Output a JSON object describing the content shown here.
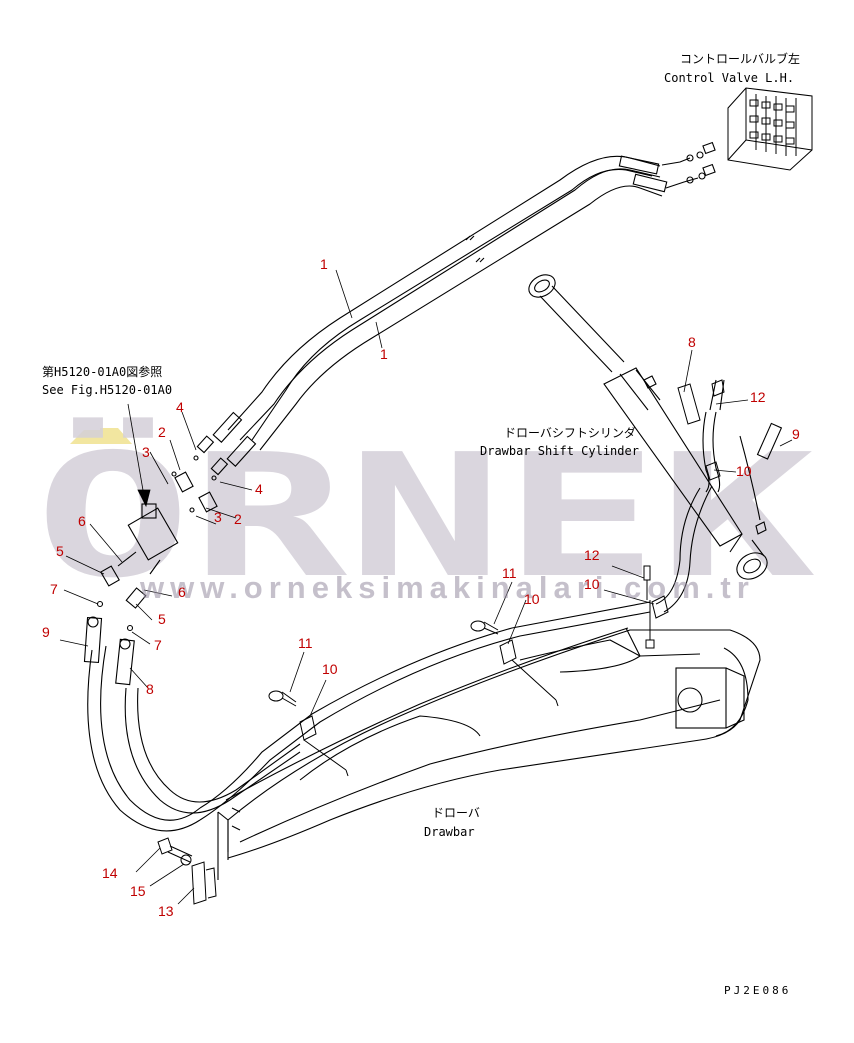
{
  "watermark": {
    "brand": "ÖRNEK",
    "url": "www.orneksimakinalari.com.tr",
    "brand_color": "#cfcad3",
    "accent_color": "#f2e6a0"
  },
  "labels": {
    "control_valve_jp": "コントロールバルブ左",
    "control_valve_en": "Control Valve L.H.",
    "see_fig_jp": "第H5120-01A0図参照",
    "see_fig_en": "See Fig.H5120-01A0",
    "cylinder_jp": "ドローバシフトシリンダ",
    "cylinder_en": "Drawbar Shift Cylinder",
    "drawbar_jp": "ドローバ",
    "drawbar_en": "Drawbar",
    "drawing_code": "PJ2E086"
  },
  "callouts": [
    {
      "id": "c1a",
      "text": "1"
    },
    {
      "id": "c1b",
      "text": "1"
    },
    {
      "id": "c2a",
      "text": "2"
    },
    {
      "id": "c2b",
      "text": "2"
    },
    {
      "id": "c3a",
      "text": "3"
    },
    {
      "id": "c3b",
      "text": "3"
    },
    {
      "id": "c4a",
      "text": "4"
    },
    {
      "id": "c4b",
      "text": "4"
    },
    {
      "id": "c5a",
      "text": "5"
    },
    {
      "id": "c5b",
      "text": "5"
    },
    {
      "id": "c6a",
      "text": "6"
    },
    {
      "id": "c6b",
      "text": "6"
    },
    {
      "id": "c7a",
      "text": "7"
    },
    {
      "id": "c7b",
      "text": "7"
    },
    {
      "id": "c8a",
      "text": "8"
    },
    {
      "id": "c8b",
      "text": "8"
    },
    {
      "id": "c9a",
      "text": "9"
    },
    {
      "id": "c9b",
      "text": "9"
    },
    {
      "id": "c10a",
      "text": "10"
    },
    {
      "id": "c10b",
      "text": "10"
    },
    {
      "id": "c10c",
      "text": "10"
    },
    {
      "id": "c10d",
      "text": "10"
    },
    {
      "id": "c11a",
      "text": "11"
    },
    {
      "id": "c11b",
      "text": "11"
    },
    {
      "id": "c12a",
      "text": "12"
    },
    {
      "id": "c12b",
      "text": "12"
    },
    {
      "id": "c13",
      "text": "13"
    },
    {
      "id": "c14",
      "text": "14"
    },
    {
      "id": "c15",
      "text": "15"
    }
  ],
  "colors": {
    "callout": "#c00000",
    "line": "#000000"
  }
}
